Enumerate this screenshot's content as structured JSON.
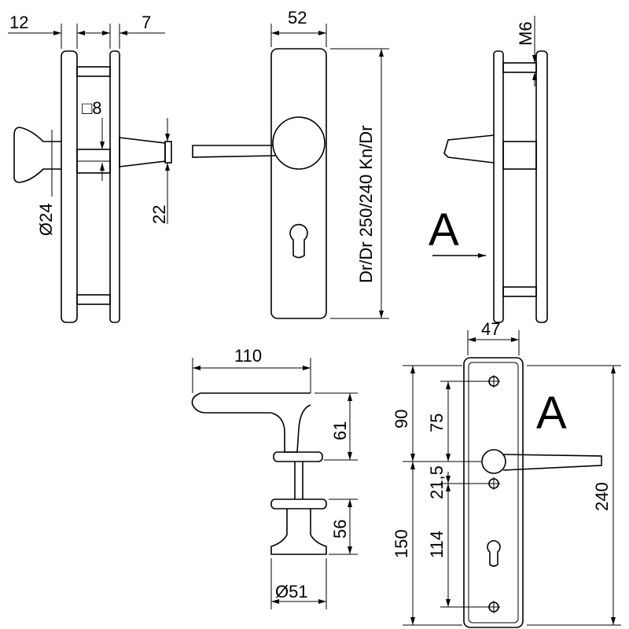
{
  "side_view_left": {
    "dim_plate": "12",
    "dim_gap": "7",
    "dim_square": "□8",
    "dim_knob_dia": "Ø24",
    "dim_spindle": "22"
  },
  "front_view": {
    "dim_width": "52",
    "dim_height": "Dr/Dr 250/240 Kn/Dr"
  },
  "side_view_right": {
    "dim_screw": "M6",
    "view_label": "A"
  },
  "lever_side_view": {
    "dim_length": "110",
    "dim_lever_height": "61",
    "dim_knob_height": "56",
    "dim_knob_dia": "Ø51"
  },
  "view_a": {
    "view_label": "A",
    "dim_width": "47",
    "dim_90": "90",
    "dim_75": "75",
    "dim_21_5": "21,5",
    "dim_150": "150",
    "dim_114": "114",
    "dim_240": "240"
  },
  "colors": {
    "line": "#000000",
    "background": "#ffffff"
  }
}
